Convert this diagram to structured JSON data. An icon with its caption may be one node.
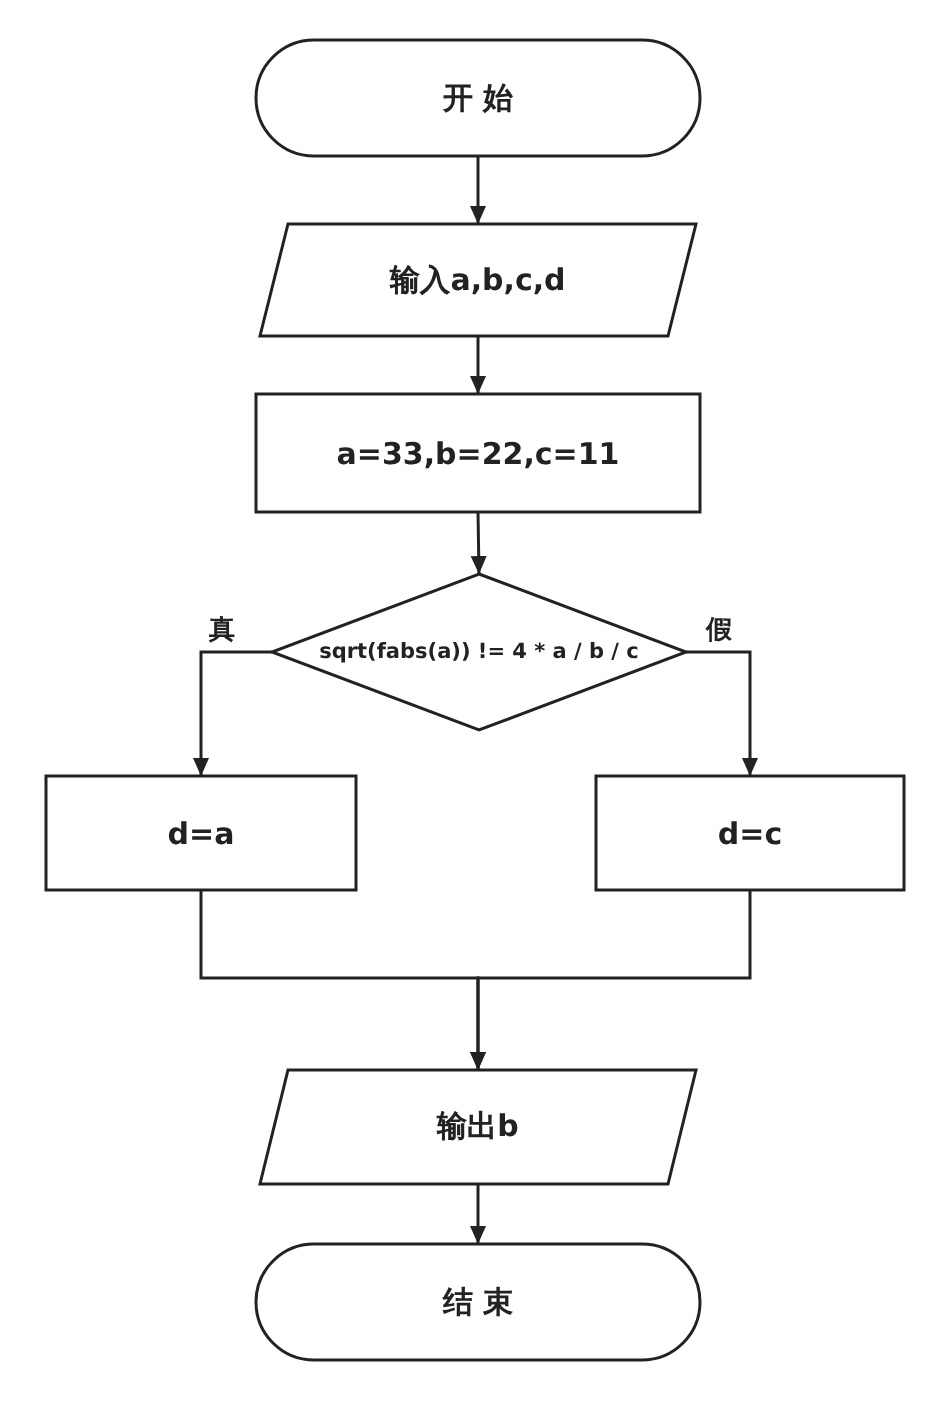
{
  "diagram": {
    "nodes": [
      {
        "text": [
          "开 始"
        ]
      },
      {
        "text": [
          "输入a,b,c,d"
        ]
      },
      {
        "text": [
          "a=33,b=22,c=11"
        ]
      },
      {
        "text": [
          "sqrt(fabs(a)) != 4 * a / b / c"
        ]
      },
      {
        "text": [
          "d=a"
        ]
      },
      {
        "text": [
          "d=c"
        ]
      },
      {
        "text": [
          "输出b"
        ]
      },
      {
        "text": [
          "结 束"
        ]
      }
    ],
    "edges": [
      {
        "from": 0,
        "to": 1,
        "arrow": "to"
      },
      {
        "from": 1,
        "to": 2,
        "arrow": "to"
      },
      {
        "from": 2,
        "to": 3,
        "arrow": "to"
      },
      {
        "from": 3,
        "to": 4,
        "arrow": "to",
        "label": "真"
      },
      {
        "from": 3,
        "to": 5,
        "arrow": "to",
        "label": "假"
      },
      {
        "from": 4,
        "to": 6,
        "arrow": "to"
      },
      {
        "from": 5,
        "to": 6,
        "arrow": "to"
      },
      {
        "from": 6,
        "to": 7,
        "arrow": "to"
      }
    ]
  }
}
